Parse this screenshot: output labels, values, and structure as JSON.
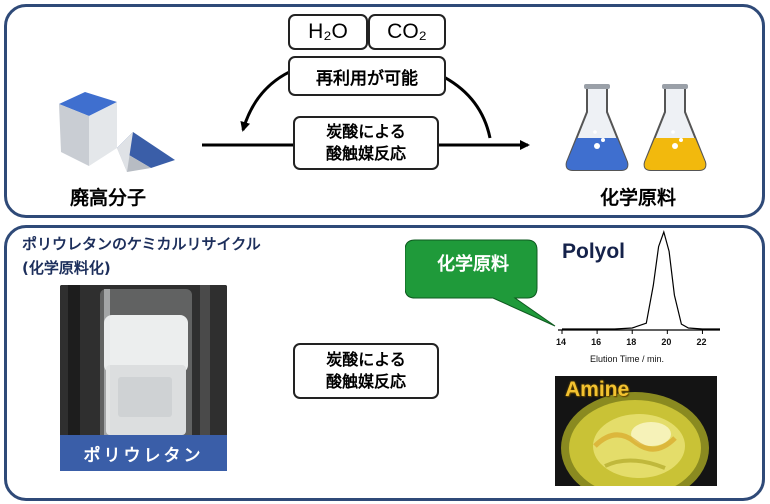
{
  "top": {
    "h2o": "H₂O",
    "co2": "CO₂",
    "reusable": "再利用が可能",
    "catalyst_line1": "炭酸による",
    "catalyst_line2": "酸触媒反応",
    "waste_polymer": "廃高分子",
    "chemical_feedstock": "化学原料"
  },
  "bottom": {
    "title_line1": "ポリウレタンのケミカルリサイクル",
    "title_line2": "(化学原料化)",
    "catalyst_line1": "炭酸による",
    "catalyst_line2": "酸触媒反応",
    "photo_caption": "ポリウレタン",
    "callout": "化学原料",
    "polyol_label": "Polyol",
    "amine_label": "Amine",
    "axis_ticks": [
      "14",
      "16",
      "18",
      "20",
      "22"
    ],
    "axis_title": "Elution Time / min."
  },
  "chart_data": {
    "type": "line",
    "title": "Polyol",
    "xlabel": "Elution Time / min.",
    "ylabel": "",
    "xlim": [
      14,
      23
    ],
    "x_ticks": [
      14,
      16,
      18,
      20,
      22
    ],
    "series": [
      {
        "x": [
          14,
          15,
          16,
          17,
          18,
          18.8,
          19.2,
          19.5,
          19.8,
          20.1,
          20.4,
          20.8,
          21.2,
          22,
          23
        ],
        "y": [
          0,
          0,
          0,
          0,
          0.01,
          0.06,
          0.45,
          0.85,
          1.0,
          0.8,
          0.35,
          0.05,
          0.01,
          0,
          0
        ]
      }
    ],
    "grid": false
  },
  "colors": {
    "panel_border": "#2f4a78",
    "title_text": "#1d2f5c",
    "callout_green": "#1f9a3a",
    "caption_blue": "#3a5ea8",
    "flask_blue": "#3f6fcf",
    "flask_yellow": "#f2b90d",
    "amine_gold": "#f3c230"
  }
}
